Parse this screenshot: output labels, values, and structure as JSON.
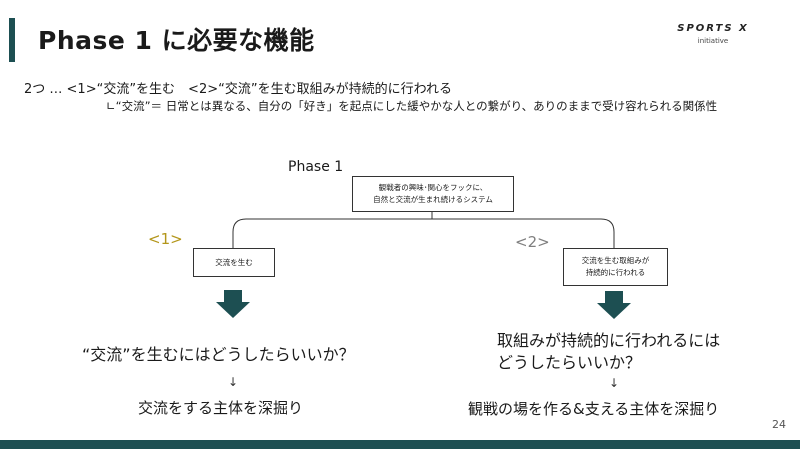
{
  "slide": {
    "title": "Phase 1 に必要な機能",
    "logo_main": "SPORTS X",
    "logo_sub": "initiative",
    "description_line1": "2つ … <1>“交流”を生む　<2>“交流”を生む取組みが持続的に行われる",
    "description_line2": "∟“交流”＝ 日常とは異なる、自分の「好き」を起点にした緩やかな人との繋がり、ありのままで受け容れられる関係性",
    "page_number": "24"
  },
  "diagram": {
    "phase_label": "Phase 1",
    "root_line1": "観戦者の興味･関心をフックに、",
    "root_line2": "自然と交流が生まれ続けるシステム",
    "branch1_label": "<1>",
    "branch1_box": "交流を生む",
    "branch2_label": "<2>",
    "branch2_box_line1": "交流を生む取組みが",
    "branch2_box_line2": "持続的に行われる"
  },
  "content": {
    "question1": "“交流”を生むにはどうしたらいいか？",
    "answer1": "交流をする主体を深掘り",
    "question2_line1": "取組みが持続的に行われるには",
    "question2_line2": "どうしたらいいか？",
    "answer2": "観戦の場を作る&支える主体を深掘り",
    "small_arrow": "↓"
  },
  "colors": {
    "accent": "#1d4f52",
    "branch1_label": "#b3961a",
    "branch2_label": "#7f7f7f"
  }
}
